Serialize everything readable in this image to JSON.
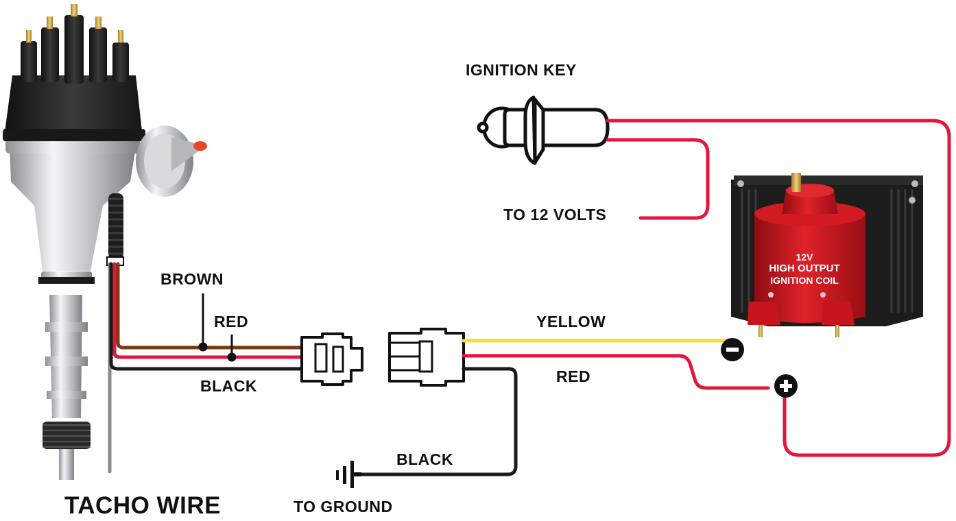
{
  "labels": {
    "ignition_key": "IGNITION KEY",
    "to_12_volts": "TO 12 VOLTS",
    "brown": "BROWN",
    "red_left": "RED",
    "black_left": "BLACK",
    "yellow": "YELLOW",
    "red_right": "RED",
    "black_ground": "BLACK",
    "to_ground": "TO GROUND",
    "tacho_wire": "TACHO WIRE"
  },
  "coil": {
    "line1": "12V",
    "line2": "HIGH OUTPUT",
    "line3": "IGNITION COIL"
  },
  "terminals": {
    "negative_symbol": "−",
    "positive_symbol": "+"
  },
  "colors": {
    "wire_brown": "#7a3b12",
    "wire_red": "#e3163c",
    "wire_black": "#1a1a1a",
    "wire_yellow": "#f4dc3a",
    "coil_red": "#c8141c",
    "coil_body": "#1c1c1c",
    "distributor_cap": "#222222",
    "aluminium": "#c9ccd0"
  }
}
